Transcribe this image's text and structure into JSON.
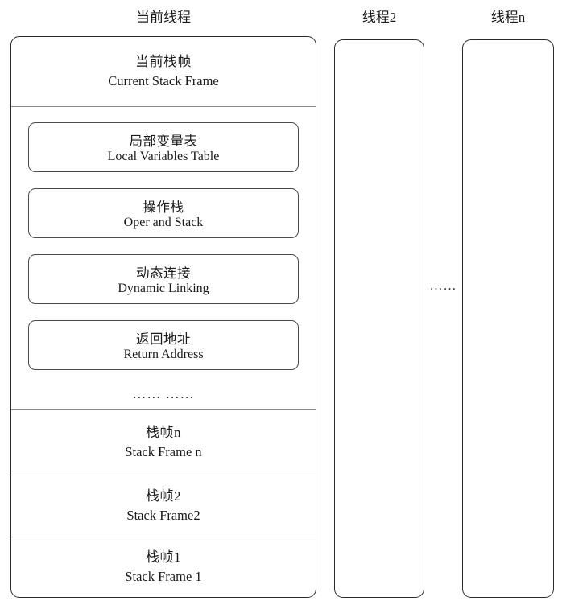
{
  "columns": {
    "current": {
      "title": "当前线程"
    },
    "thread2": {
      "title": "线程2"
    },
    "threadn": {
      "title": "线程n"
    }
  },
  "between_columns_ellipsis": "……",
  "current_thread_stack": {
    "current_frame": {
      "cn": "当前栈帧",
      "en": "Current Stack Frame"
    },
    "frame_parts": [
      {
        "cn": "局部变量表",
        "en": "Local Variables Table"
      },
      {
        "cn": "操作栈",
        "en": "Oper and Stack"
      },
      {
        "cn": "动态连接",
        "en": "Dynamic Linking"
      },
      {
        "cn": "返回地址",
        "en": "Return Address"
      }
    ],
    "parts_ellipsis": "…… ……",
    "frames": [
      {
        "cn": "栈帧n",
        "en": "Stack Frame n"
      },
      {
        "cn": "栈帧2",
        "en": "Stack Frame2"
      },
      {
        "cn": "栈帧1",
        "en": "Stack Frame 1"
      }
    ]
  },
  "colors": {
    "background": "#ffffff",
    "box_border": "#2b2b2b",
    "inner_box_border": "#4a4a4a",
    "divider": "#8a8a8a",
    "text": "#1a1a1a"
  }
}
